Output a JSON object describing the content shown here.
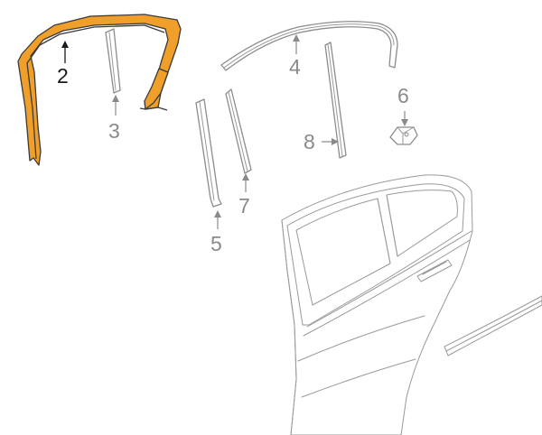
{
  "diagram": {
    "highlight_color": "#F0A02A",
    "line_color": "#8C8C8C",
    "active_label_color": "#1A1A1A",
    "callouts": {
      "c2": "2",
      "c3": "3",
      "c4": "4",
      "c5": "5",
      "c6": "6",
      "c7": "7",
      "c8": "8"
    }
  }
}
